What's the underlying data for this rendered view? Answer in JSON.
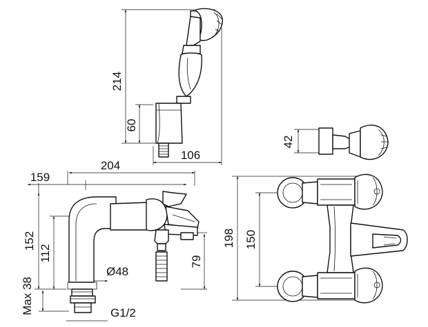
{
  "dimensions": {
    "hand_shower_height": "214",
    "holder_height": "60",
    "holder_depth": "106",
    "bracket_height": "42",
    "overall_width": "204",
    "spout_reach": "159",
    "body_height": "152",
    "spout_height": "112",
    "outlet_height": "79",
    "pipe_diameter": "Ø48",
    "max_adjust": "Max 38",
    "thread": "G1/2",
    "front_height": "198",
    "centers": "150"
  }
}
